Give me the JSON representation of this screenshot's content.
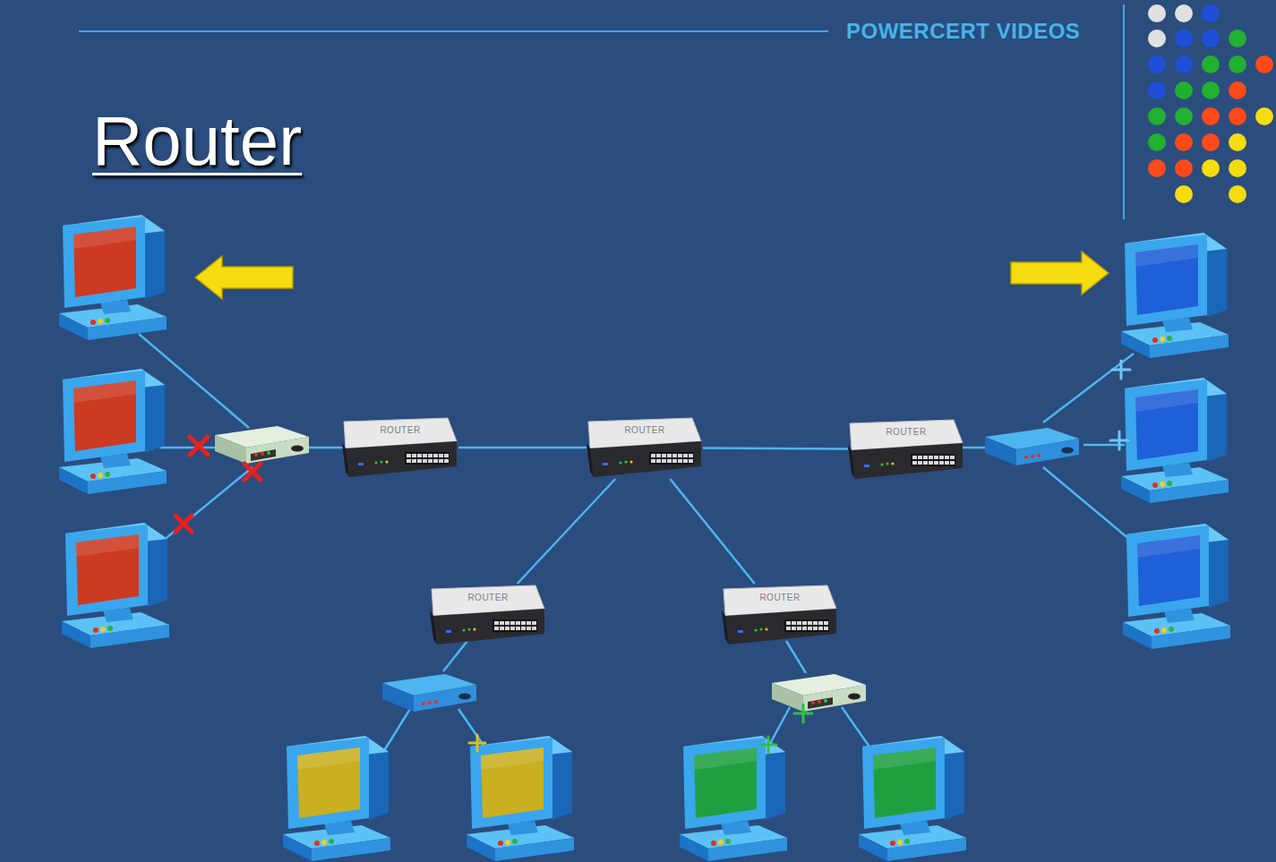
{
  "diagram": {
    "title": "Router",
    "nodes": [
      {
        "text": [
          "ROUTER"
        ]
      },
      {
        "text": [
          "ROUTER"
        ]
      },
      {
        "text": [
          "ROUTER"
        ]
      },
      {
        "text": [
          "ROUTER"
        ]
      },
      {
        "text": [
          "ROUTER"
        ]
      }
    ],
    "edges": [
      {
        "from": 0,
        "to": 1,
        "arrow": "none"
      },
      {
        "from": 1,
        "to": 2,
        "arrow": "none"
      },
      {
        "from": 1,
        "to": 3,
        "arrow": "none"
      },
      {
        "from": 1,
        "to": 4,
        "arrow": "none"
      }
    ],
    "labels": [
      "POWERCERT VIDEOS"
    ]
  }
}
